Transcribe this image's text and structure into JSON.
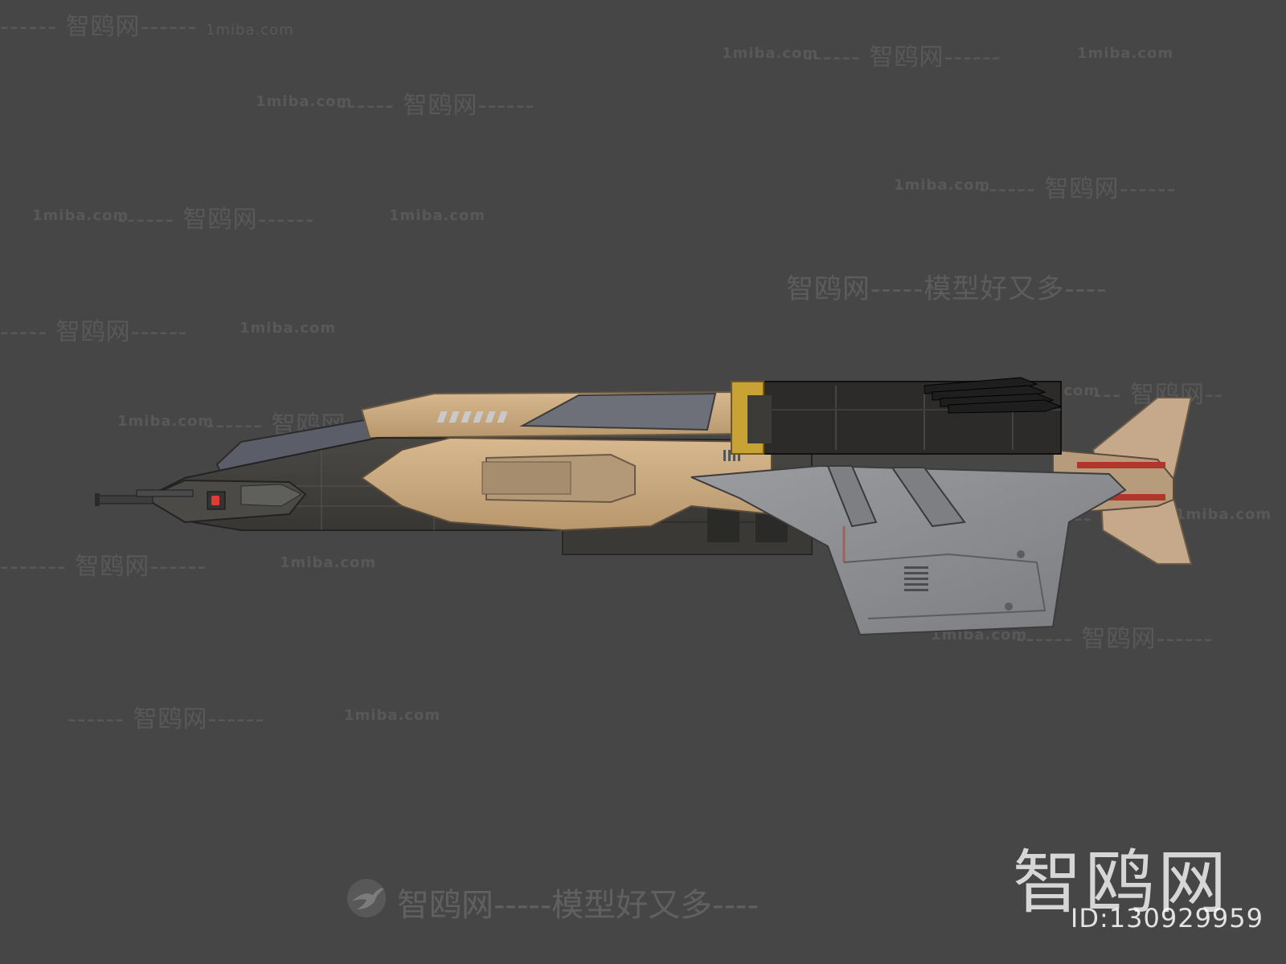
{
  "colors": {
    "background": "#464646",
    "hull_tan": "#c9a87f",
    "hull_dark": "#3e3c38",
    "wing_grey": "#8d8f93",
    "accent_red": "#b3342a",
    "accent_yellow": "#c9a235",
    "pod_black": "#2c2b2a"
  },
  "subject": {
    "light_icon": "red-light-icon"
  },
  "watermarks": {
    "brand": "智鸥网",
    "site": "1miba.com",
    "tagline": "智鸥网-----模型好又多----"
  },
  "footer": {
    "logo_icon": "bird-logo-icon",
    "banner_text": "智鸥网-----模型好又多----",
    "brand_text": "智鸥网",
    "id_text": "ID:130929959"
  }
}
